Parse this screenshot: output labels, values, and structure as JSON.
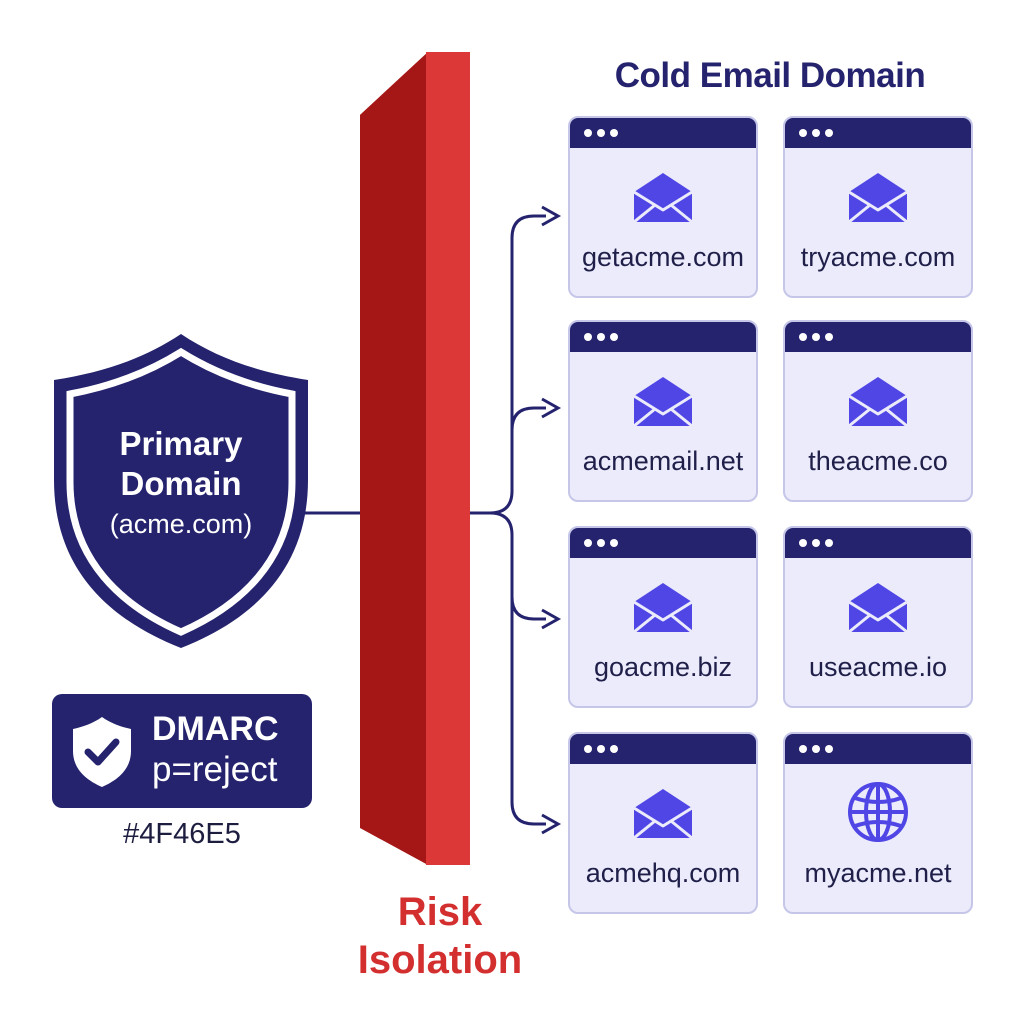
{
  "heading": "Cold Email Domain",
  "primary": {
    "line1": "Primary",
    "line2": "Domain",
    "line3": "(acme.com)"
  },
  "dmarc": {
    "title": "DMARC",
    "policy": "p=reject",
    "icon": "shield-check-icon"
  },
  "hex_code": "#4F46E5",
  "barrier": {
    "line1": "Risk",
    "line2": "Isolation"
  },
  "domains": [
    {
      "name": "getacme.com",
      "icon": "envelope-icon"
    },
    {
      "name": "tryacme.com",
      "icon": "envelope-icon"
    },
    {
      "name": "acmemail.net",
      "icon": "envelope-icon"
    },
    {
      "name": "theacme.co",
      "icon": "envelope-icon"
    },
    {
      "name": "goacme.biz",
      "icon": "envelope-icon"
    },
    {
      "name": "useacme.io",
      "icon": "envelope-icon"
    },
    {
      "name": "acmehq.com",
      "icon": "envelope-icon"
    },
    {
      "name": "myacme.net",
      "icon": "globe-icon"
    }
  ],
  "colors": {
    "navy": "#25236e",
    "accent": "#4F46E5",
    "wall": "#d32f2f",
    "card_bg": "#ebebfb"
  }
}
